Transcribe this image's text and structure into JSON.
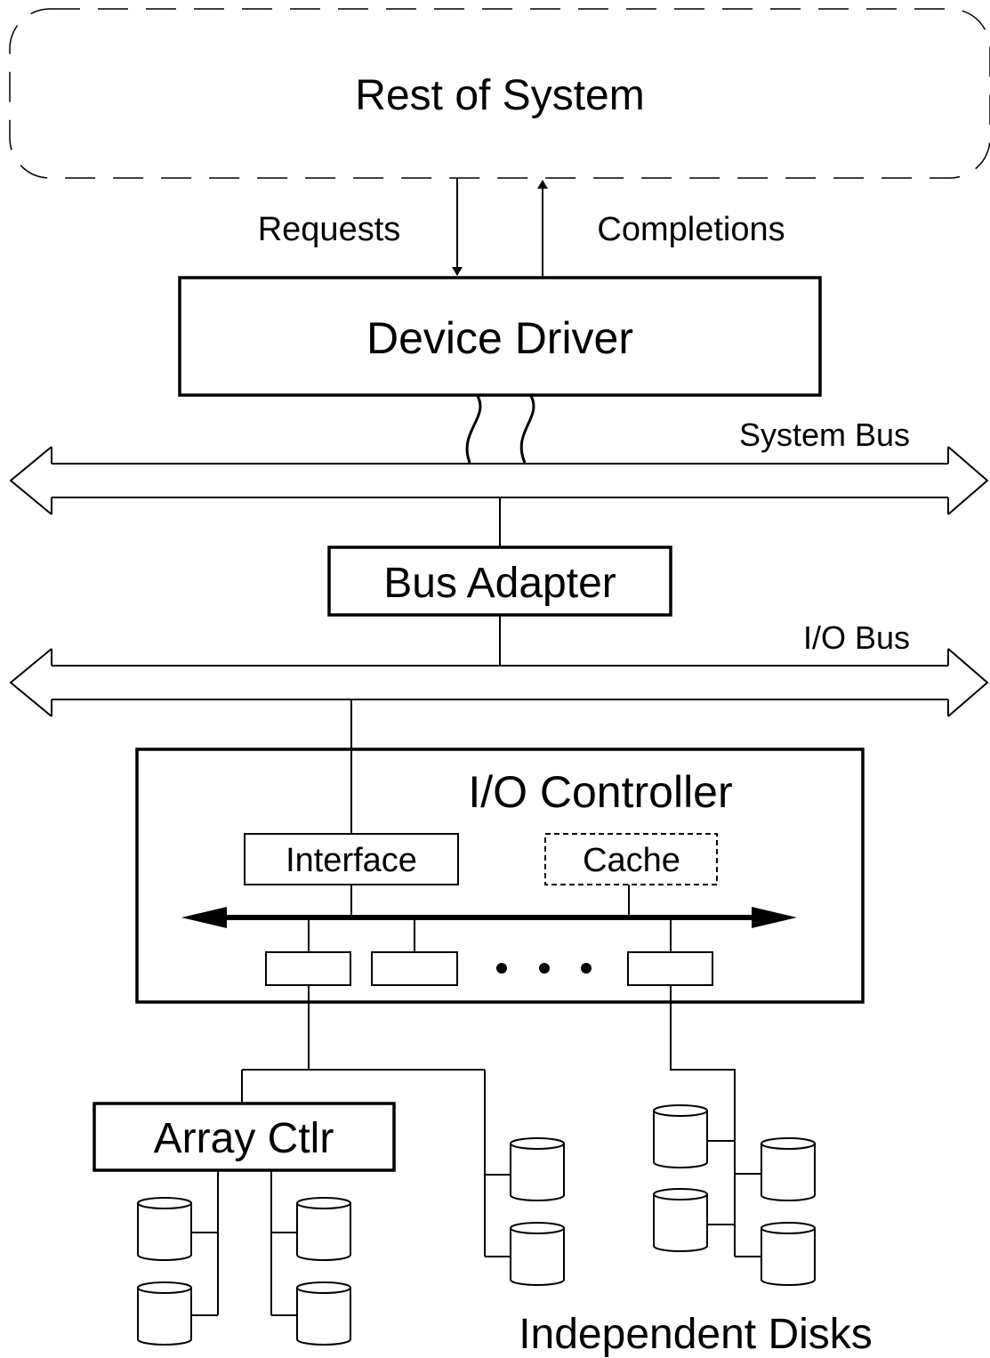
{
  "labels": {
    "rest_of_system": "Rest of System",
    "requests": "Requests",
    "completions": "Completions",
    "device_driver": "Device Driver",
    "system_bus": "System Bus",
    "bus_adapter": "Bus Adapter",
    "io_bus": "I/O Bus",
    "io_controller": "I/O Controller",
    "interface": "Interface",
    "cache": "Cache",
    "array_ctlr": "Array Ctlr",
    "independent_disks": "Independent Disks"
  }
}
